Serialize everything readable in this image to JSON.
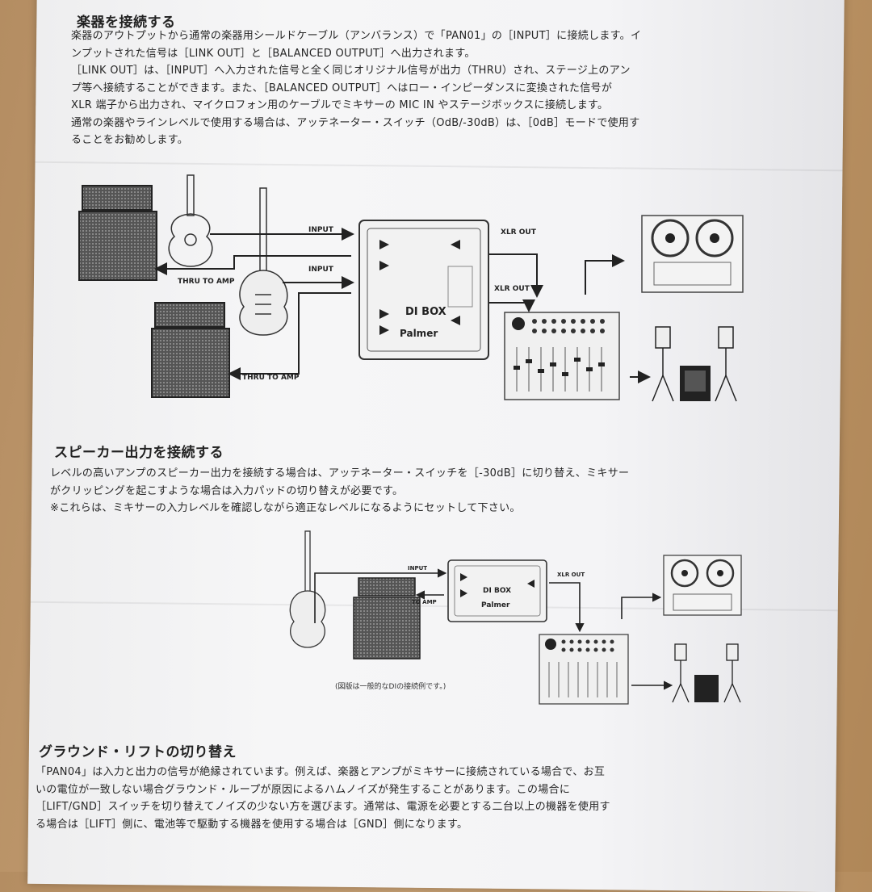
{
  "section1": {
    "heading": "楽器を接続する",
    "lines": [
      "楽器のアウトプットから通常の楽器用シールドケーブル（アンバランス）で「PAN01」の［INPUT］に接続します。イ",
      "ンプットされた信号は［LINK OUT］と［BALANCED OUTPUT］へ出力されます。",
      "［LINK OUT］は、［INPUT］へ入力された信号と全く同じオリジナル信号が出力（THRU）され、ステージ上のアン",
      "プ等へ接続することができます。また、［BALANCED OUTPUT］へはロー・インピーダンスに変換された信号が",
      "XLR 端子から出力され、マイクロフォン用のケーブルでミキサーの MIC IN やステージボックスに接続します。",
      "通常の楽器やラインレベルで使用する場合は、アッテネーター・スイッチ（OdB/-30dB）は、［0dB］モードで使用す",
      "ることをお勧めします。"
    ]
  },
  "diagram1": {
    "labels": {
      "input": "INPUT",
      "thru_to_amp": "THRU TO AMP",
      "xlr_out": "XLR OUT",
      "di_box": "DI BOX",
      "brand": "Palmer"
    }
  },
  "section2": {
    "heading": "スピーカー出力を接続する",
    "lines": [
      "レベルの高いアンプのスピーカー出力を接続する場合は、アッテネーター・スイッチを［-30dB］に切り替え、ミキサー",
      "がクリッピングを起こすような場合は入力パッドの切り替えが必要です。",
      "※これらは、ミキサーの入力レベルを確認しながら適正なレベルになるようにセットして下さい。"
    ]
  },
  "diagram2": {
    "labels": {
      "input": "INPUT",
      "to_amp": "TO AMP",
      "xlr_out": "XLR OUT",
      "di_box": "DI BOX",
      "brand": "Palmer"
    },
    "caption": "(図版は一般的なDIの接続例です。)"
  },
  "section3": {
    "heading": "グラウンド・リフトの切り替え",
    "lines": [
      "「PAN04」は入力と出力の信号が絶縁されています。例えば、楽器とアンプがミキサーに接続されている場合で、お互",
      "いの電位が一致しない場合グラウンド・ループが原因によるハムノイズが発生することがあります。この場合に",
      "［LIFT/GND］スイッチを切り替えてノイズの少ない方を選びます。通常は、電源を必要とする二台以上の機器を使用す",
      "る場合は［LIFT］側に、電池等で駆動する機器を使用する場合は［GND］側になります。"
    ]
  }
}
